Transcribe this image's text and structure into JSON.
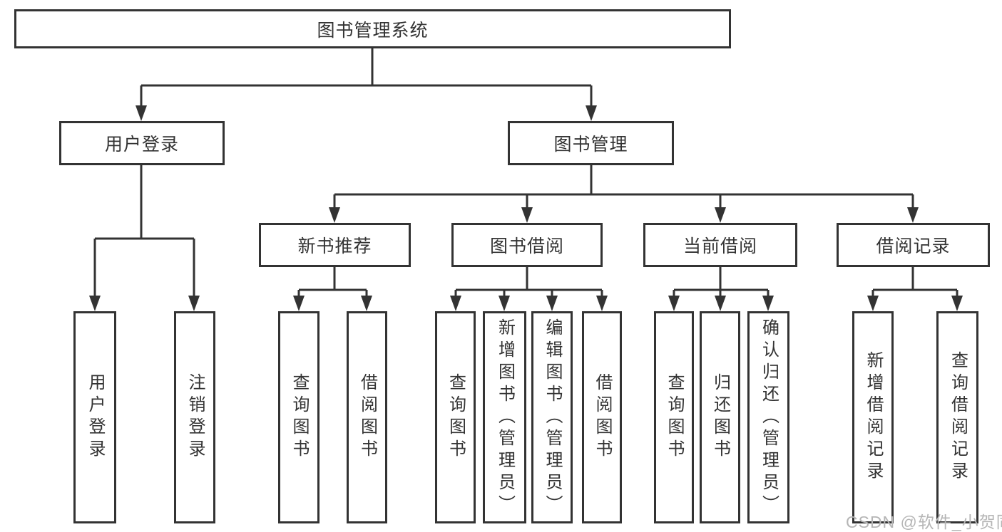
{
  "tree": {
    "root": {
      "label": "图书管理系统",
      "children": [
        {
          "label": "用户登录",
          "children": [
            {
              "label": "用户登录"
            },
            {
              "label": "注销登录"
            }
          ]
        },
        {
          "label": "图书管理",
          "children": [
            {
              "label": "新书推荐",
              "children": [
                {
                  "label": "查询图书"
                },
                {
                  "label": "借阅图书"
                }
              ]
            },
            {
              "label": "图书借阅",
              "children": [
                {
                  "label": "查询图书"
                },
                {
                  "label": "新增图书（管理员）"
                },
                {
                  "label": "编辑图书（管理员）"
                },
                {
                  "label": "借阅图书"
                }
              ]
            },
            {
              "label": "当前借阅",
              "children": [
                {
                  "label": "查询图书"
                },
                {
                  "label": "归还图书"
                },
                {
                  "label": "确认归还（管理员）"
                }
              ]
            },
            {
              "label": "借阅记录",
              "children": [
                {
                  "label": "新增借阅记录"
                },
                {
                  "label": "查询借阅记录"
                }
              ]
            }
          ]
        }
      ]
    }
  },
  "watermark": {
    "text": "CSDN @软件_小贺同学"
  },
  "colors": {
    "line": "#333333",
    "text": "#333333",
    "box_background": "#ffffff",
    "watermark": "#b5b5b5"
  }
}
